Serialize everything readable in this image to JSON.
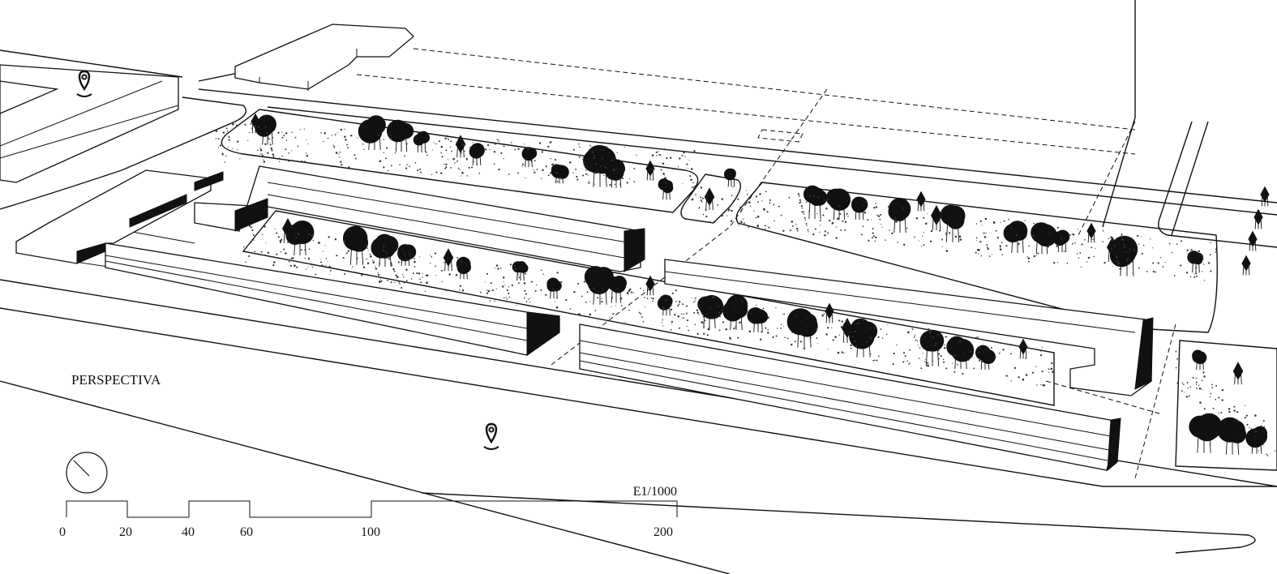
{
  "title": "PERSPECTIVA",
  "scale": {
    "label": "E1/1000",
    "ticks": [
      "0",
      "20",
      "40",
      "60",
      "100",
      "200"
    ]
  },
  "icons": [
    "location-pin-icon",
    "location-pin-icon",
    "north-compass-icon"
  ],
  "colors": {
    "ink": "#111111",
    "paper": "#ffffff"
  }
}
